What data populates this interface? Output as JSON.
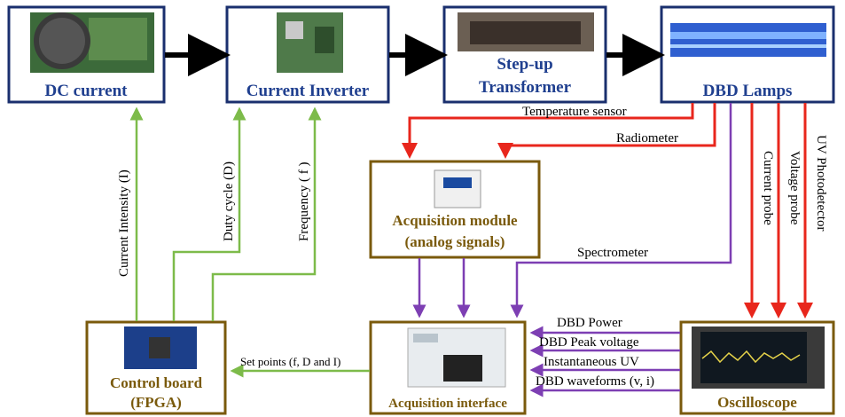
{
  "nodes": {
    "dc_current": "DC current",
    "current_inverter": "Current Inverter",
    "transformer_line1": "Step-up",
    "transformer_line2": "Transformer",
    "dbd_lamps": "DBD Lamps",
    "acq_module_line1": "Acquisition module",
    "acq_module_line2": "(analog signals)",
    "control_board_line1": "Control board",
    "control_board_line2": "(FPGA)",
    "acq_interface": "Acquisition interface",
    "oscilloscope": "Oscilloscope"
  },
  "labels": {
    "temperature_sensor": "Temperature sensor",
    "radiometer": "Radiometer",
    "spectrometer": "Spectrometer",
    "current_probe": "Current probe",
    "voltage_probe": "Voltage probe",
    "uv_photodetector": "UV Photodetector",
    "current_intensity": "Current Intensity (I)",
    "duty_cycle": "Duty cycle (D)",
    "frequency": "Frequency ( f )",
    "set_points": "Set points (f, D and I)",
    "dbd_power": "DBD Power",
    "dbd_peak_voltage": "DBD Peak voltage",
    "instantaneous_uv": "Instantaneous UV",
    "dbd_waveforms": "DBD waveforms (v, i)"
  },
  "colors": {
    "blue_border": "#1a2f6e",
    "gold_border": "#7a5a0c",
    "red_arrow": "#e8261c",
    "purple_arrow": "#7d3fb3",
    "green_arrow": "#7dbb4a",
    "black_arrow": "#000000"
  }
}
